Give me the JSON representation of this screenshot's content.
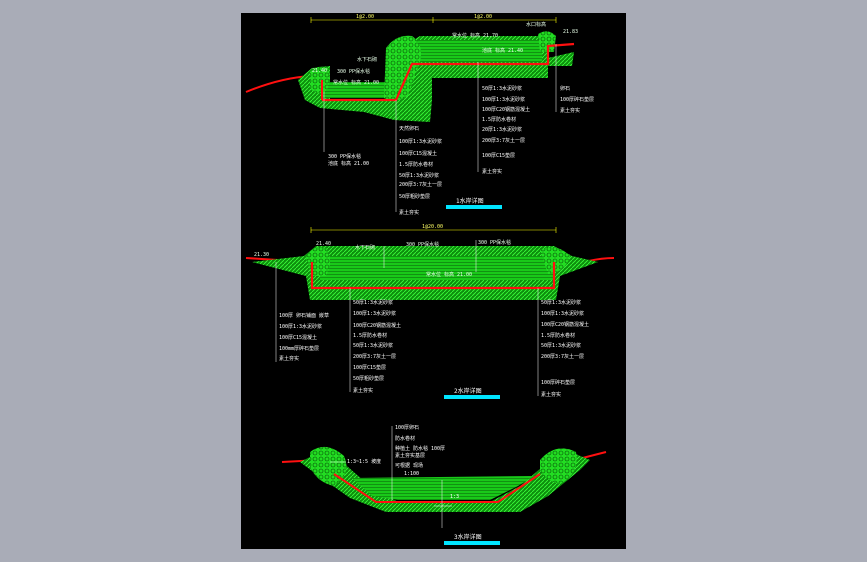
{
  "colors": {
    "background": "#a9acb7",
    "sheet": "#000000",
    "earth": "#11aa11",
    "water": "#22ee22",
    "liner": "#ff1010",
    "dimension": "#ffff00",
    "leader": "#ffffff",
    "title_bar": "#00e5ff"
  },
  "detail1": {
    "title": "1水岸详图",
    "dims": [
      "1@2.00",
      "1@2.00"
    ],
    "label_top_right": "水口标高",
    "level_top_right": "21.83",
    "level_left": "21.40",
    "water_level_upper": "常水位 标高 21.70",
    "water_level_mid": "池底 标高 21.40",
    "water_level_lower": "常水位 标高 21.00",
    "label_waterfall": "水下石砌",
    "label_waterfall_2": "300 PP保水毯",
    "left_note": [
      "300 PP保水毯",
      "池底 标高 21.00"
    ],
    "center_layers": [
      "天然卵石",
      "100厚1:3水泥砂浆",
      "100厚C15混凝土",
      "1.5厚防水卷材",
      "50厚1:3水泥砂浆",
      "200厚3:7灰土一层",
      "50厚粗砂垫层",
      "素土夯实"
    ],
    "right_layers": [
      "50厚1:3水泥砂浆",
      "100厚1:3水泥砂浆",
      "100厚C20钢筋混凝土",
      "1.5厚防水卷材",
      "20厚1:3水泥砂浆",
      "200厚3:7灰土一层",
      "100厚C15垫层",
      "素土夯实"
    ],
    "right_side": [
      "卵石",
      "100厚碎石垫层",
      "素土夯实"
    ]
  },
  "detail2": {
    "title": "2水岸详图",
    "dims": [
      "1@20.00"
    ],
    "level_left": "21.40",
    "level_right": "21.30",
    "label_a": "水下石砌",
    "label_b": "300 PP保水毯",
    "label_c": "300 PP保水毯",
    "water_level": "常水位 标高 21.00",
    "left_layers": [
      "100厚 卵石铺面 嵌草",
      "100厚1:3水泥砂浆",
      "100厚C15混凝土",
      "100mm厚碎石垫层",
      "素土夯实"
    ],
    "center_layers": [
      "50厚1:3水泥砂浆",
      "100厚1:3水泥砂浆",
      "100厚C20钢筋混凝土",
      "1.5厚防水卷材",
      "50厚1:3水泥砂浆",
      "200厚3:7灰土一层",
      "100厚C15垫层",
      "50厚粗砂垫层",
      "素土夯实"
    ],
    "right_layers": [
      "50厚1:3水泥砂浆",
      "100厚1:3水泥砂浆",
      "100厚C20钢筋混凝土",
      "1.5厚防水卷材",
      "50厚1:3水泥砂浆",
      "200厚3:7灰土一层",
      "100厚碎石垫层",
      "素土夯实"
    ]
  },
  "detail3": {
    "title": "3水岸详图",
    "labels": [
      "100厚卵石",
      "防水卷材",
      "种植土 防水毯 100厚",
      "素土夯实基层",
      "可根据 现场"
    ],
    "slope_left": "1:3~1:5 坡度",
    "slope_right": "1:3",
    "scale": "1:100"
  }
}
